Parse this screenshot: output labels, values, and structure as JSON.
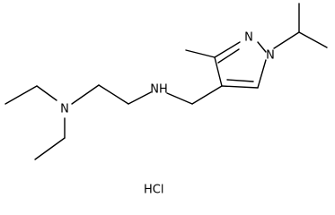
{
  "molecule": {
    "atoms": {
      "amine_n": "N",
      "secondary_amine": "NH",
      "pyrazole_n2": "N",
      "pyrazole_n1": "N"
    },
    "salt": "HCl"
  },
  "colors": {
    "bond": "#000000",
    "text": "#000000",
    "background": "#ffffff"
  }
}
